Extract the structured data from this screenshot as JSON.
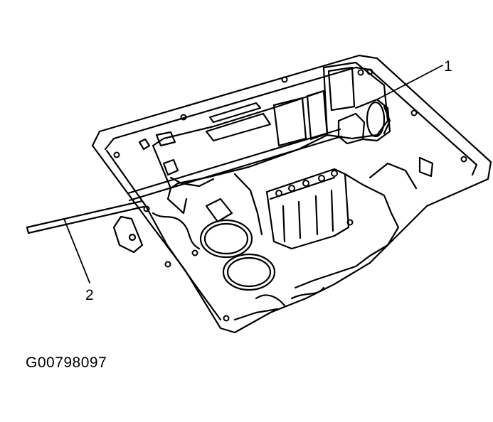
{
  "callouts": [
    {
      "label": "1"
    },
    {
      "label": "2"
    }
  ],
  "figure_id": "G00798097",
  "colors": {
    "ink": "#000000",
    "paper": "#ffffff"
  }
}
